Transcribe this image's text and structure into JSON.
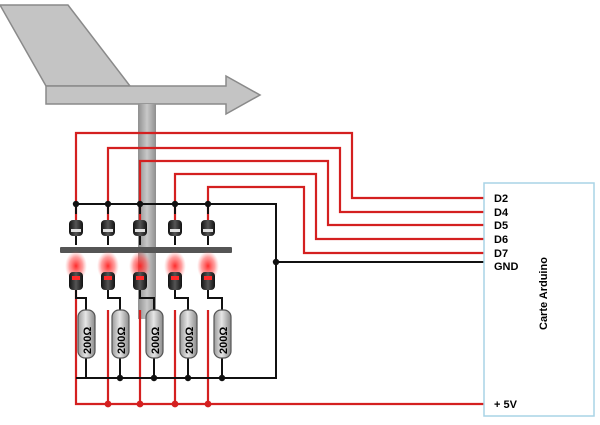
{
  "board": {
    "label": "Carte Arduino",
    "border_color": "#a8d4e6"
  },
  "pins": [
    "D2",
    "D4",
    "D5",
    "D6",
    "D7",
    "GND",
    "+ 5V"
  ],
  "resistor_label": "200Ω",
  "colors": {
    "signal_wire": "#d42020",
    "ground_wire": "#111111",
    "vane": "#c4c4c4",
    "mast": "#a8a8a8",
    "led_glow": "#ff3a3a"
  },
  "icons": {
    "vane": "weather-vane-icon",
    "emitter": "ir-emitter-icon",
    "receiver": "phototransistor-icon",
    "resistor": "resistor-icon"
  }
}
